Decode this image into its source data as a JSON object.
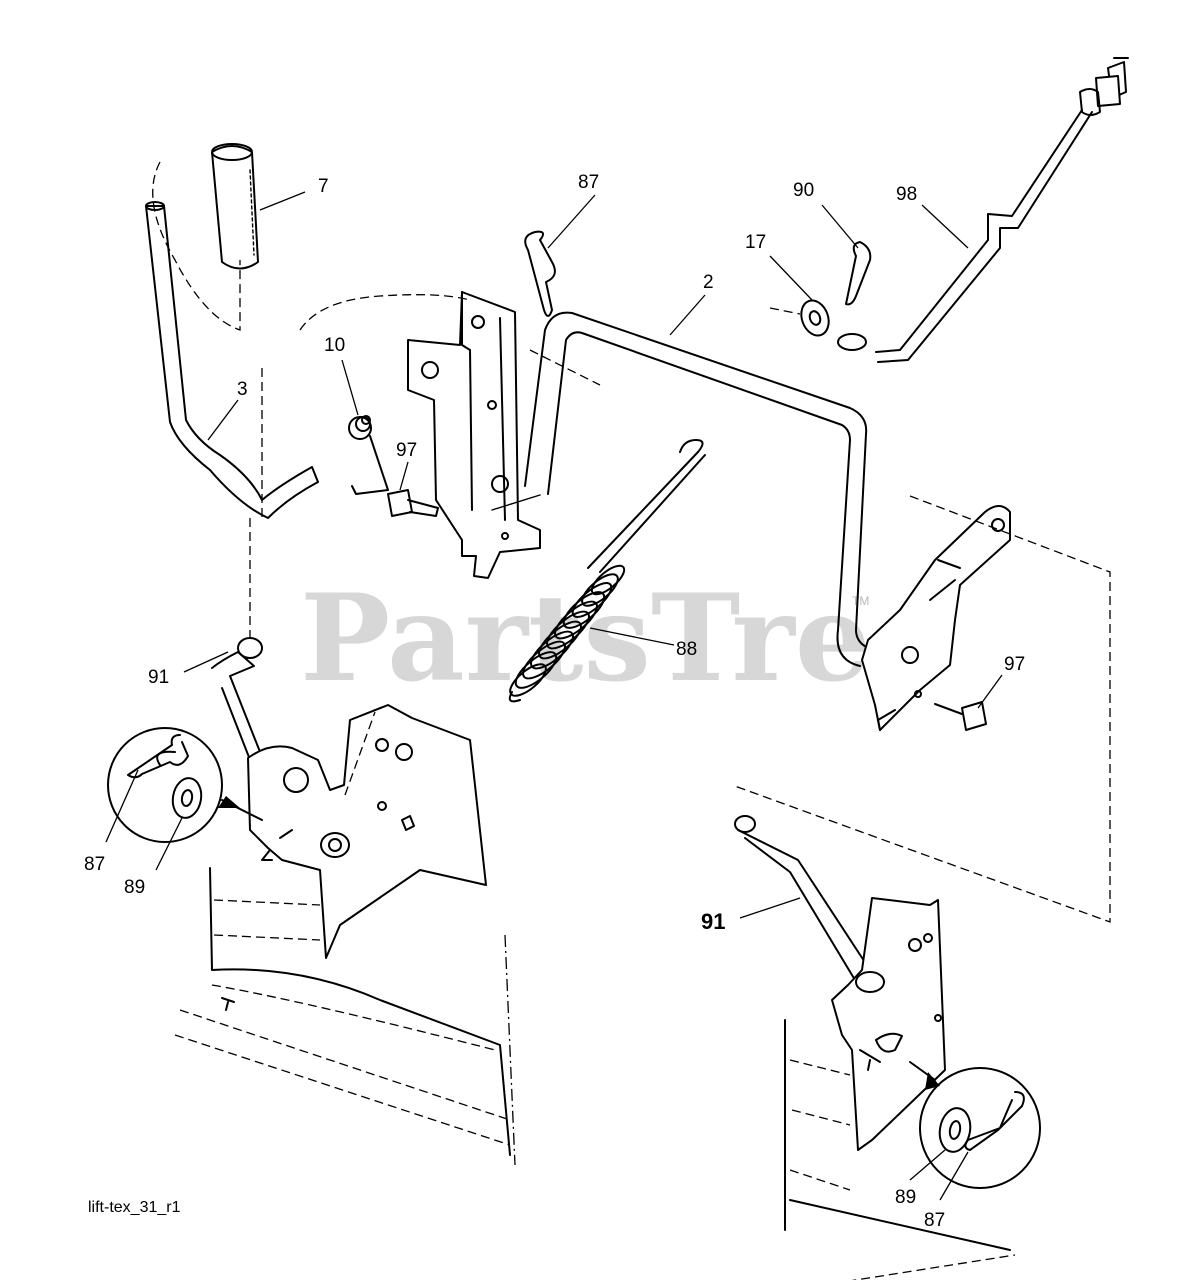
{
  "watermark": {
    "brand": "PartsTree",
    "trademark": "TM"
  },
  "drawing_id": "lift-tex_31_r1",
  "callouts": [
    {
      "label": "7"
    },
    {
      "label": "87"
    },
    {
      "label": "90"
    },
    {
      "label": "98"
    },
    {
      "label": "17"
    },
    {
      "label": "2"
    },
    {
      "label": "10"
    },
    {
      "label": "3"
    },
    {
      "label": "97"
    },
    {
      "label": "88"
    },
    {
      "label": "97"
    },
    {
      "label": "91"
    },
    {
      "label": "87"
    },
    {
      "label": "89"
    },
    {
      "label": "91"
    },
    {
      "label": "89"
    },
    {
      "label": "87"
    }
  ]
}
